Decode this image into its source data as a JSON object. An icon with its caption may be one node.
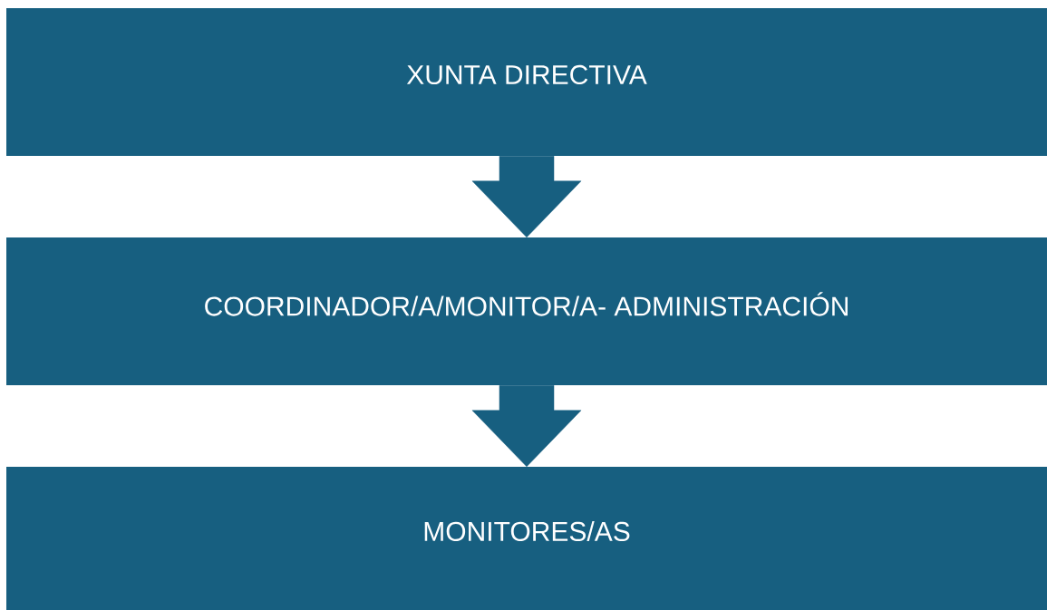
{
  "diagram": {
    "nodes": [
      {
        "text": [
          "XUNTA DIRECTIVA"
        ]
      },
      {
        "text": [
          "COORDINADOR/A/MONITOR/A- ADMINISTRACIÓN"
        ]
      },
      {
        "text": [
          "MONITORES/AS"
        ]
      }
    ],
    "edges": [
      {
        "from": 0,
        "to": 1,
        "arrow": "to"
      },
      {
        "from": 1,
        "to": 2,
        "arrow": "to"
      }
    ]
  }
}
